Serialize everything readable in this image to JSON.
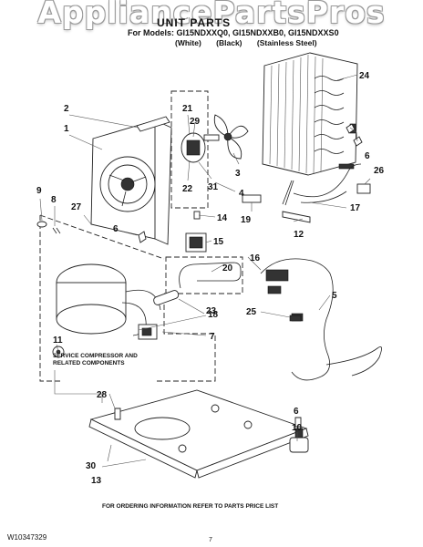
{
  "watermark": "AppliancePartsPros",
  "header": {
    "title": "UNIT PARTS",
    "models": "For Models: GI15NDXXQ0, GI15NDXXB0, GI15NDXXS0",
    "variants": [
      "(White)",
      "(Black)",
      "(Stainless Steel)"
    ]
  },
  "service_note": "SERVICE COMPRESSOR AND RELATED COMPONENTS",
  "footer": "FOR ORDERING INFORMATION REFER TO PARTS PRICE LIST",
  "doc_number": "W10347329",
  "page_number": "7",
  "callouts": [
    "1",
    "2",
    "3",
    "4",
    "5",
    "6",
    "6",
    "6",
    "7",
    "8",
    "9",
    "10",
    "11",
    "12",
    "13",
    "14",
    "15",
    "16",
    "17",
    "18",
    "19",
    "20",
    "21",
    "22",
    "23",
    "24",
    "25",
    "26",
    "27",
    "28",
    "29",
    "30",
    "31"
  ]
}
